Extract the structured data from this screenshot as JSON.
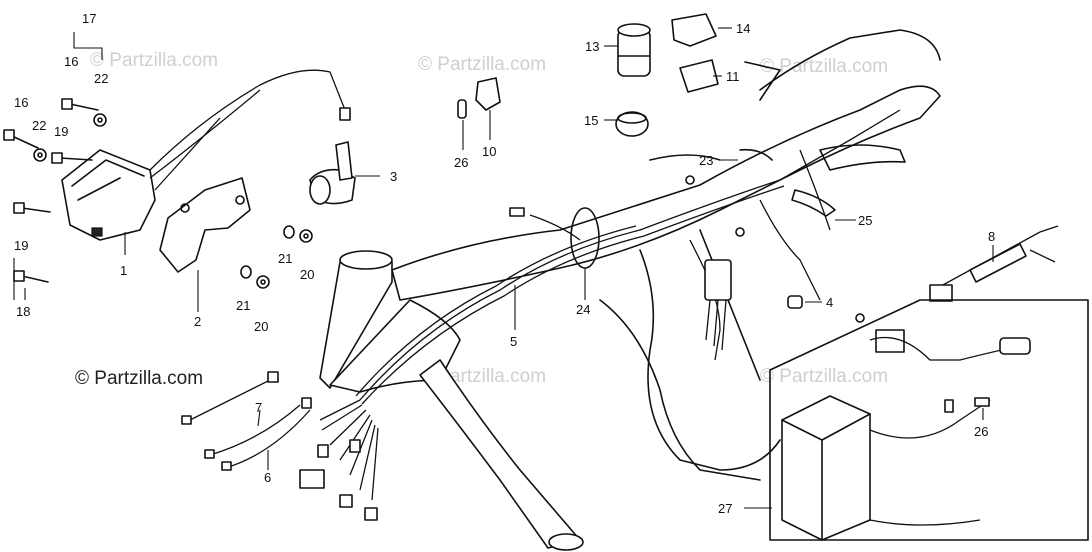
{
  "watermark": {
    "small_text": "© Partzilla.com",
    "main_text": "© Partzilla.com"
  },
  "callouts": {
    "c1": "1",
    "c2": "2",
    "c3": "3",
    "c4": "4",
    "c5": "5",
    "c6": "6",
    "c7": "7",
    "c8": "8",
    "c10": "10",
    "c11": "11",
    "c13": "13",
    "c14": "14",
    "c15": "15",
    "c16a": "16",
    "c16b": "16",
    "c17": "17",
    "c18": "18",
    "c19a": "19",
    "c19b": "19",
    "c20a": "20",
    "c20b": "20",
    "c21a": "21",
    "c21b": "21",
    "c22a": "22",
    "c22b": "22",
    "c23": "23",
    "c24": "24",
    "c25": "25",
    "c26a": "26",
    "c26b": "26",
    "c27": "27"
  }
}
